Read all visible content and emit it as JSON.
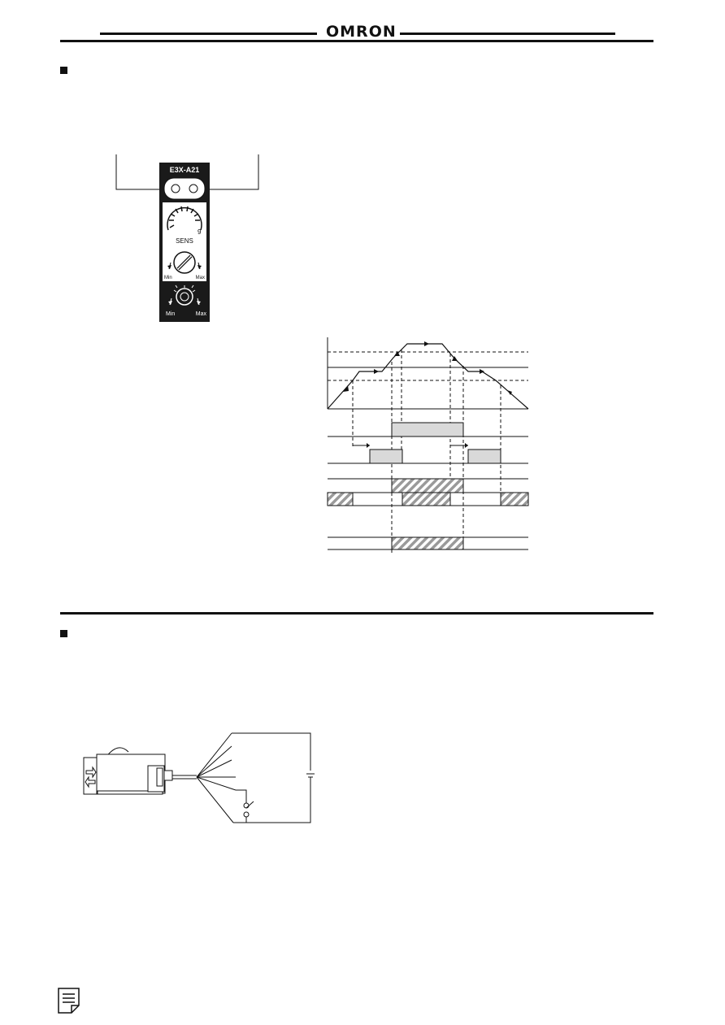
{
  "header": {
    "brand": "OMRON"
  },
  "section1": {
    "amplifier_panel": {
      "model_label": "E3X-A21",
      "sens_label": "SENS",
      "sens_scale_max": "9",
      "dial1_min_label": "Min",
      "dial1_max_label": "Max",
      "dial2_min_label": "Min",
      "dial2_max_label": "Max"
    }
  },
  "colors": {
    "ink": "#111111",
    "panel_fill": "#1a1a1a",
    "pulse_fill": "#d9d9d9",
    "hatch": "#9a9a9a"
  },
  "icons": {
    "footer": "memo-note-icon"
  }
}
